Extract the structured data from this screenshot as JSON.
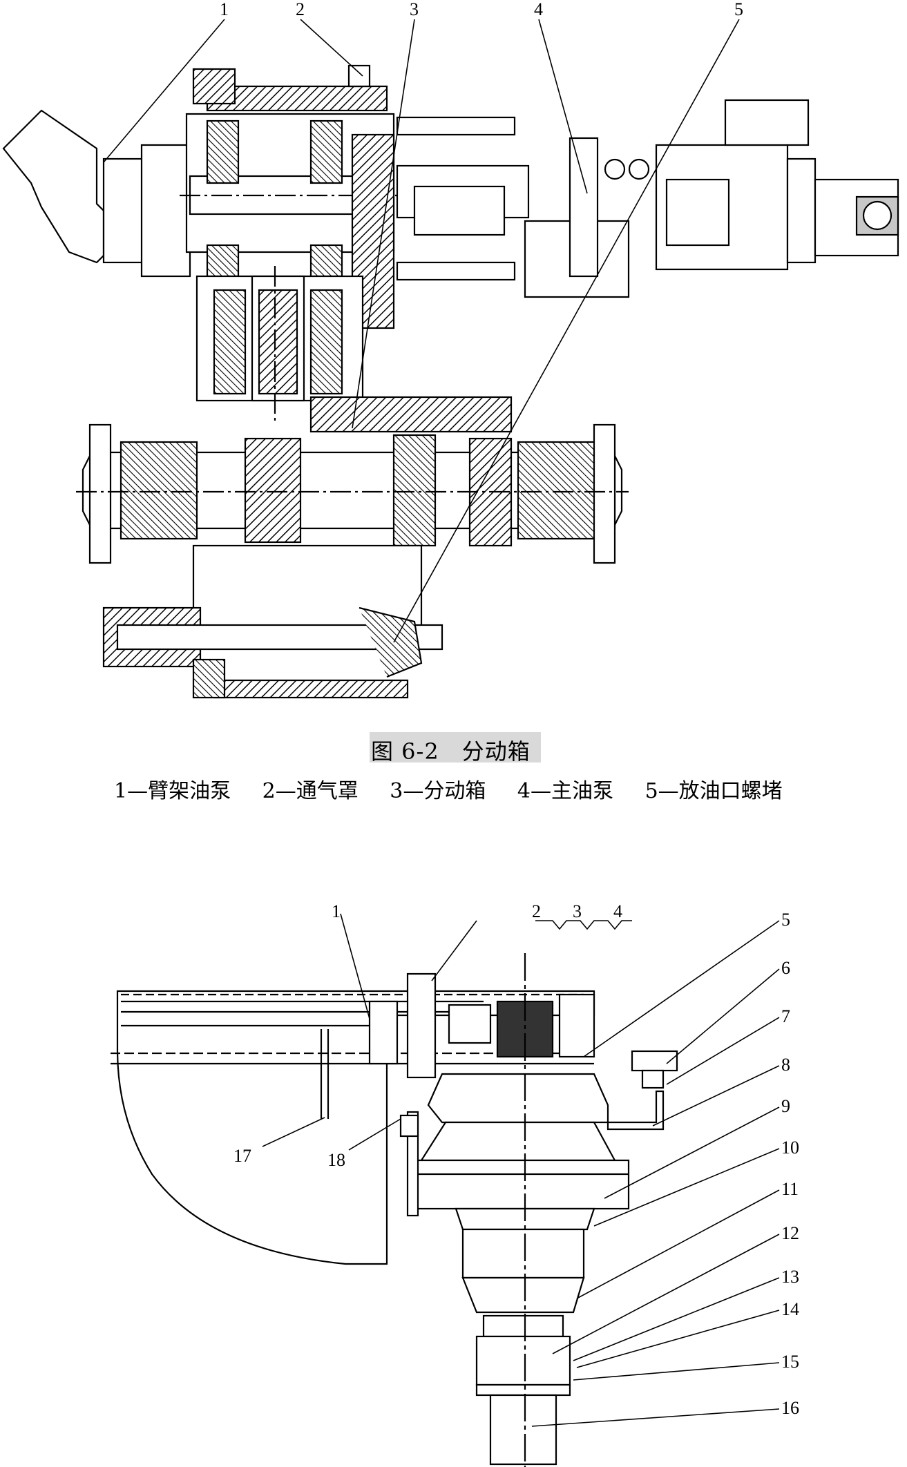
{
  "figure1": {
    "caption": "图 6-2　分动箱",
    "legend": [
      "1—臂架油泵",
      "2—通气罩",
      "3—分动箱",
      "4—主油泵",
      "5—放油口螺堵"
    ],
    "callouts": [
      "1",
      "2",
      "3",
      "4",
      "5"
    ]
  },
  "figure2": {
    "callouts": [
      "1",
      "2",
      "3",
      "4",
      "5",
      "6",
      "7",
      "8",
      "9",
      "10",
      "11",
      "12",
      "13",
      "14",
      "15",
      "16",
      "17",
      "18"
    ]
  }
}
